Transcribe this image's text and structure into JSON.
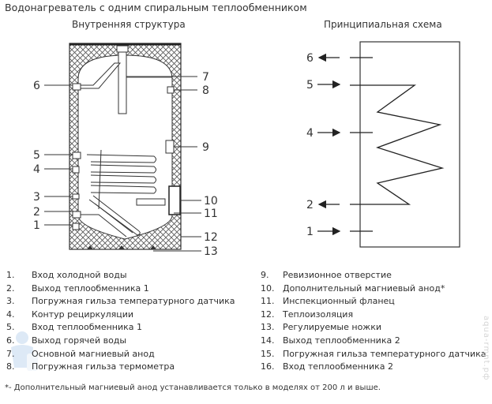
{
  "title": "Водонагреватель с одним спиральным теплообменником",
  "left_diagram": {
    "heading": "Внутренняя структура",
    "callouts_left": [
      "6",
      "5",
      "4",
      "3",
      "2",
      "1"
    ],
    "callouts_right": [
      "7",
      "8",
      "9",
      "10",
      "11",
      "12",
      "13"
    ]
  },
  "right_diagram": {
    "heading": "Принципиальная схема",
    "ports": [
      {
        "label": "6",
        "direction": "out"
      },
      {
        "label": "5",
        "direction": "in"
      },
      {
        "label": "4",
        "direction": "in"
      },
      {
        "label": "2",
        "direction": "out"
      },
      {
        "label": "1",
        "direction": "in"
      }
    ]
  },
  "legend_left": [
    {
      "num": "1.",
      "text": "Вход холодной воды"
    },
    {
      "num": "2.",
      "text": "Выход теплообменника 1"
    },
    {
      "num": "3.",
      "text": "Погружная гильза температурного датчика"
    },
    {
      "num": "4.",
      "text": "Контур рециркуляции"
    },
    {
      "num": "5.",
      "text": "Вход теплообменника 1"
    },
    {
      "num": "6.",
      "text": "Выход горячей воды"
    },
    {
      "num": "7.",
      "text": "Основной магниевый анод"
    },
    {
      "num": "8.",
      "text": "Погружная гильза термометра"
    }
  ],
  "legend_right": [
    {
      "num": "9.",
      "text": "Ревизионное отверстие"
    },
    {
      "num": "10.",
      "text": "Дополнительный магниевый анод*"
    },
    {
      "num": "11.",
      "text": "Инспекционный фланец"
    },
    {
      "num": "12.",
      "text": "Теплоизоляция"
    },
    {
      "num": "13.",
      "text": "Регулируемые ножки"
    },
    {
      "num": "14.",
      "text": "Выход теплообменника 2"
    },
    {
      "num": "15.",
      "text": "Погружная гильза температурного датчика"
    },
    {
      "num": "16.",
      "text": "Вход теплообменника 2"
    }
  ],
  "footnote": "*- Дополнительный магниевый анод устанавливается только в моделях от 200 л и выше.",
  "watermark": "aqua-rmnt.рф"
}
